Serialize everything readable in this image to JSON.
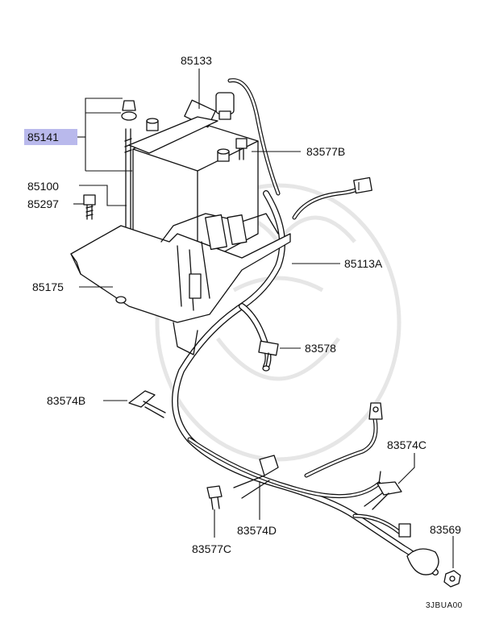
{
  "diagram": {
    "labels": {
      "p85133": "85133",
      "p85141": "85141",
      "p83577B": "83577B",
      "p85100": "85100",
      "p85297": "85297",
      "p85113A": "85113A",
      "p85175": "85175",
      "p83578": "83578",
      "p83574B": "83574B",
      "p83574C": "83574C",
      "p83574D": "83574D",
      "p83569": "83569",
      "p83577C": "83577C"
    },
    "highlighted_part": "85141",
    "highlight_color": "#b9b9ec",
    "code": "3JBUA00"
  }
}
